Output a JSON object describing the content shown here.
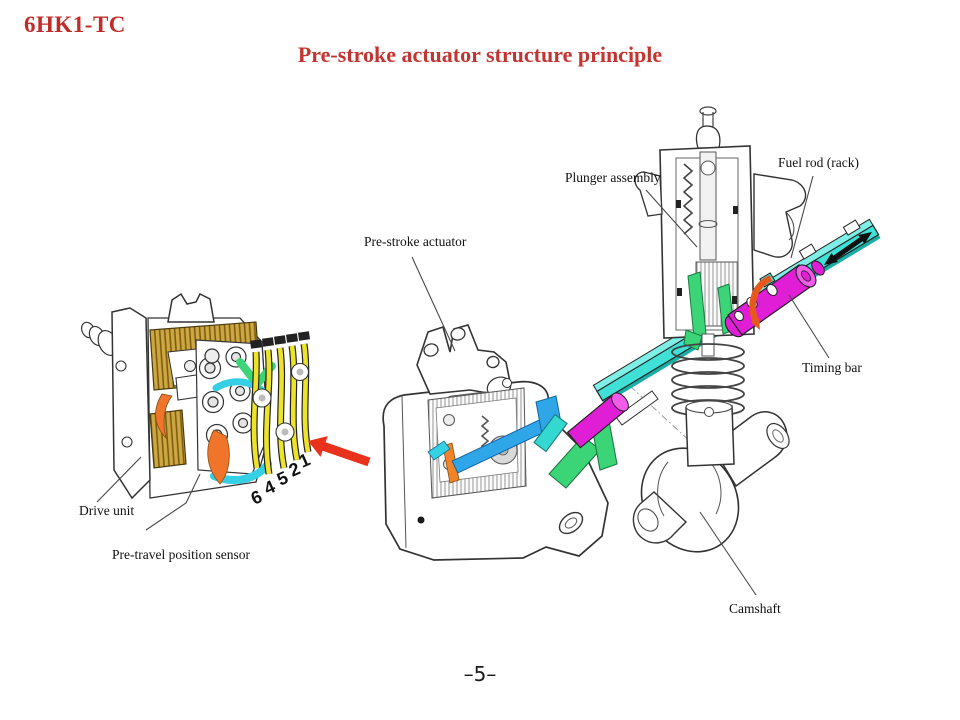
{
  "header": {
    "model_code": "6HK1-TC",
    "title": "Pre-stroke actuator structure principle"
  },
  "labels": {
    "pre_stroke_actuator": "Pre-stroke actuator",
    "plunger_assembly": "Plunger assembly",
    "fuel_rod": "Fuel rod (rack)",
    "timing_bar": "Timing bar",
    "drive_unit": "Drive unit",
    "pre_travel_position_sensor": "Pre-travel position sensor",
    "camshaft": "Camshaft"
  },
  "diagram": {
    "cylinder_numbers": [
      "6",
      "4",
      "5",
      "2",
      "1"
    ],
    "colors": {
      "fuel_rod_cyan": "#3fe0d6",
      "timing_bar_magenta": "#e01ed6",
      "coupler_green": "#3bd578",
      "actuator_shaft_blue": "#2fa6e8",
      "lever_orange": "#f0742a",
      "coil_gold": "#cda73f",
      "harness_yellow": "#ede32b",
      "arrow_red": "#e8321c",
      "title_red": "#c43431"
    }
  },
  "footer": {
    "page_number": "–5–"
  }
}
